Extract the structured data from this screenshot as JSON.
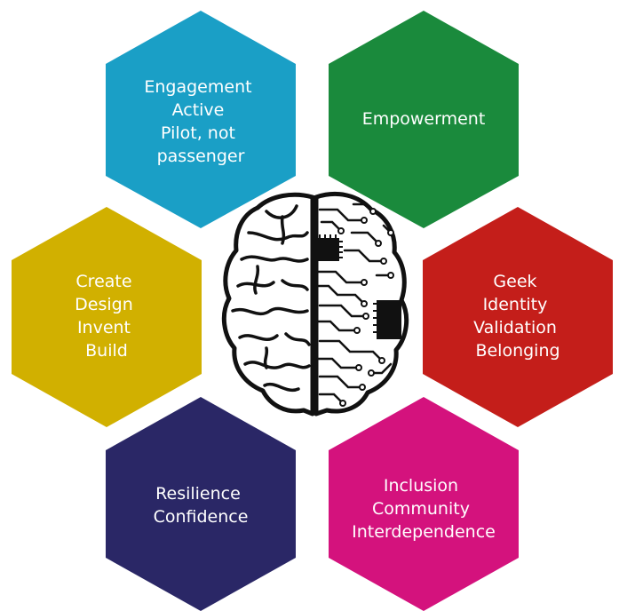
{
  "hexagons": [
    {
      "id": "engagement",
      "color": "#1a9fc6",
      "lines": [
        "Engagement",
        "Active",
        "Pilot, not",
        "passenger"
      ]
    },
    {
      "id": "empowerment",
      "color": "#1a8a3c",
      "lines": [
        "Empowerment"
      ]
    },
    {
      "id": "create",
      "color": "#d1b000",
      "lines": [
        "Create",
        "Design",
        "Invent",
        "Build"
      ]
    },
    {
      "id": "geek",
      "color": "#c41e1a",
      "lines": [
        "Geek",
        "Identity",
        "Validation",
        "Belonging"
      ]
    },
    {
      "id": "resilience",
      "color": "#2a2766",
      "lines": [
        "Resilience",
        "Confidence"
      ]
    },
    {
      "id": "inclusion",
      "color": "#d4127d",
      "lines": [
        "Inclusion",
        "Community",
        "Interdependence"
      ]
    }
  ],
  "center": {
    "icon": "brain-circuit-icon"
  }
}
